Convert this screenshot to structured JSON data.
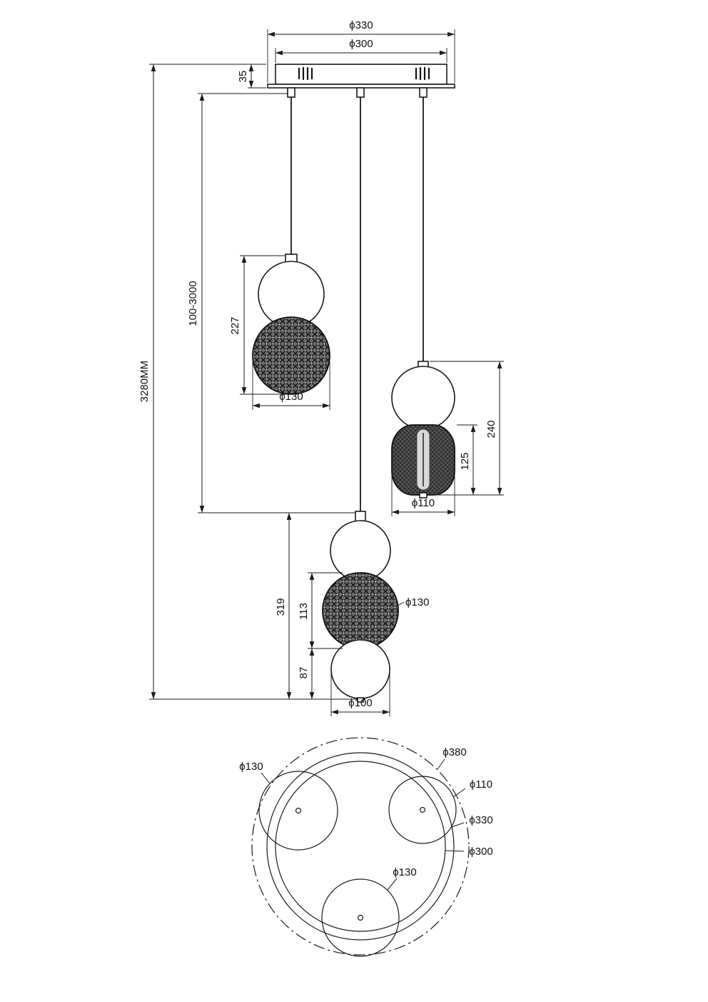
{
  "drawing": {
    "type": "pendant-lamp-dimensional-drawing",
    "line_color": "#1a1a1a",
    "background": "#ffffff",
    "canopy": {
      "outer_diameter": "ϕ330",
      "inner_diameter": "ϕ300",
      "height": "35"
    },
    "suspension": {
      "overall_height": "3280MM",
      "cord_range": "100-3000"
    },
    "left_pendant": {
      "shade_height": "227",
      "diameter": "ϕ130"
    },
    "right_pendant": {
      "total_height": "240",
      "shade_height": "125",
      "diameter": "ϕ110"
    },
    "center_pendant": {
      "total_height": "319",
      "mid_height": "113",
      "lower_height": "87",
      "mid_diameter": "ϕ130",
      "bottom_diameter": "ϕ100"
    },
    "top_view": {
      "left_shade": "ϕ130",
      "overall": "ϕ380",
      "right_shade": "ϕ110",
      "canopy_outer": "ϕ330",
      "canopy_inner": "ϕ300",
      "bottom_shade": "ϕ130"
    }
  }
}
